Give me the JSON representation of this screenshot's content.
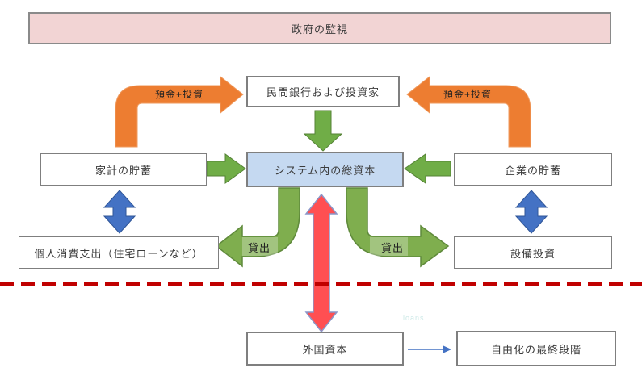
{
  "banner": {
    "label": "政府の監視"
  },
  "boxes": {
    "bank": "民間銀行および投資家",
    "center": "システム内の総資本",
    "household": "家計の貯蓄",
    "corporate": "企業の貯蓄",
    "personal": "個人消費支出（住宅ローンなど）",
    "equipment": "設備投資",
    "foreign": "外国資本",
    "liberalization": "自由化の最終段階"
  },
  "arrow_labels": {
    "deposit_left": "預金+投資",
    "deposit_right": "預金+投資",
    "lending_left": "貸出",
    "lending_right": "貸出"
  },
  "watermark": "loans",
  "colors": {
    "banner_pink": "#f2d4d4",
    "center_box_blue": "#c5d9f1",
    "orange_arrow": "#ed7d31",
    "green_arrow": "#70ad47",
    "green_elbow": "#7fae4e",
    "blue_arrow": "#4472c4",
    "red_arrow_fill": "#ff4f52",
    "red_arrow_border": "#8a96c8",
    "dashed_line_red": "#c00000",
    "box_border_gray": "#7f7f7f"
  }
}
